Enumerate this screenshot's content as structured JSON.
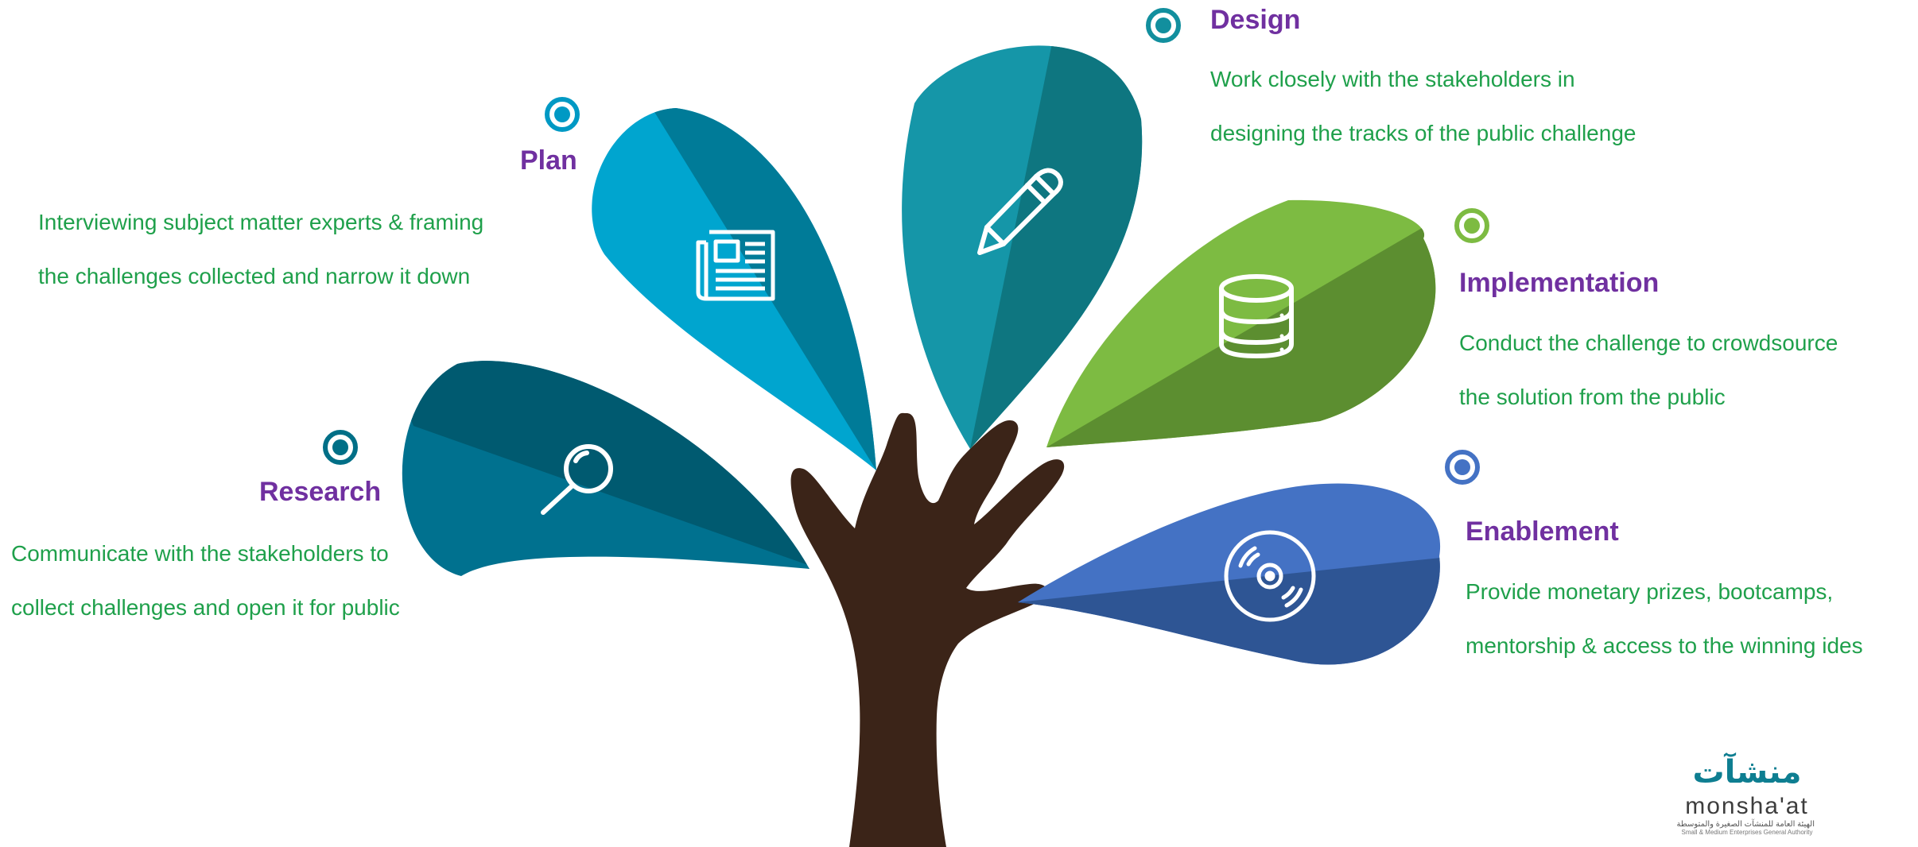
{
  "colors": {
    "title": "#7030a0",
    "text": "#1fa04b",
    "trunk": "#3b2418",
    "research": [
      "#00718f",
      "#005a70"
    ],
    "plan": [
      "#00a5cf",
      "#007b98"
    ],
    "design": [
      "#1596a8",
      "#0e7680"
    ],
    "implementation": [
      "#7dbb42",
      "#5c8e30"
    ],
    "enablement": [
      "#4472c4",
      "#2e5594"
    ],
    "markers": {
      "research": "#006f87",
      "plan": "#0099c4",
      "design": "#128f9e",
      "implementation": "#7dbb42",
      "enablement": "#4472c4"
    }
  },
  "steps": [
    {
      "id": "research",
      "title": "Research",
      "icon": "magnifier-icon",
      "lines": [
        "Communicate with the stakeholders to",
        "collect challenges and open it for public"
      ]
    },
    {
      "id": "plan",
      "title": "Plan",
      "icon": "newspaper-icon",
      "lines": [
        "Interviewing subject matter experts & framing",
        "the challenges collected and narrow it down"
      ]
    },
    {
      "id": "design",
      "title": "Design",
      "icon": "pencil-icon",
      "lines": [
        "Work closely with the stakeholders in",
        "designing the tracks of the public challenge"
      ]
    },
    {
      "id": "implementation",
      "title": "Implementation",
      "icon": "database-icon",
      "lines": [
        "Conduct the challenge to crowdsource",
        "the solution from the public"
      ]
    },
    {
      "id": "enablement",
      "title": "Enablement",
      "icon": "disc-icon",
      "lines": [
        "Provide monetary prizes, bootcamps,",
        "mentorship & access to the winning ides"
      ]
    }
  ],
  "logo": {
    "arabic": "منشآت",
    "name": "monsha'at",
    "tagline_ar": "الهيئة العامة للمنشآت الصغيرة والمتوسطة",
    "tagline_en": "Small & Medium Enterprises General Authority"
  }
}
